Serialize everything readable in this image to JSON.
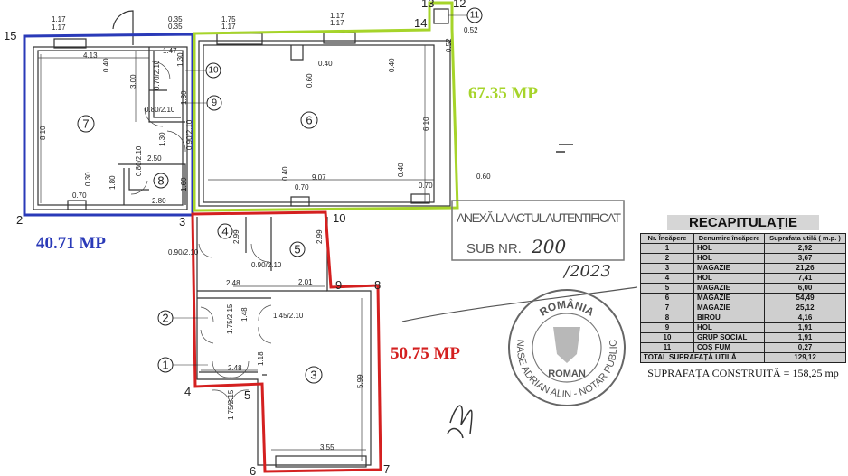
{
  "colors": {
    "zone_blue": "#2a3ab8",
    "zone_green": "#a6d42a",
    "zone_red": "#d42020",
    "line": "#333333"
  },
  "zones": [
    {
      "label": "40.71 MP",
      "color": "#2a3ab8"
    },
    {
      "label": "67.35 MP",
      "color": "#a6d42a"
    },
    {
      "label": "50.75 MP",
      "color": "#d42020"
    }
  ],
  "corners": [
    "15",
    "2",
    "3",
    "10",
    "9",
    "8",
    "4",
    "5",
    "6",
    "7",
    "14",
    "13",
    "12"
  ],
  "rooms": [
    "1",
    "2",
    "3",
    "4",
    "5",
    "6",
    "7",
    "8",
    "9",
    "10",
    "11"
  ],
  "dims": [
    "1.17",
    "1.17",
    "4.13",
    "0.40",
    "3.00",
    "8.10",
    "1.47",
    "1.30",
    "0.70/2.10",
    "0.80/2.10",
    "1.30",
    "1.30",
    "2.50",
    "0.80/2.10",
    "0.90/2.10",
    "1.80",
    "1.60",
    "0.70",
    "0.30",
    "2.80",
    "0.35",
    "0.35",
    "1.75",
    "1.17",
    "1.17",
    "1.17",
    "0.40",
    "0.60",
    "0.40",
    "0.52",
    "0.52",
    "6.10",
    "0.40",
    "9.07",
    "0.40",
    "0.60",
    "0.70",
    "0.70",
    "0.90/2.10",
    "2.99",
    "0.90/2.10",
    "2.99",
    "2.48",
    "2.01",
    "1.48",
    "1.45/2.10",
    "1.75/2.15",
    "1.18",
    "2.48",
    "1.75/2.15",
    "5.99",
    "3.55"
  ],
  "stamp": {
    "line1": "ANEXĂ LA ACTUL AUTENTIFICAT",
    "line2": "SUB NR.",
    "number": "200",
    "year": "/2023"
  },
  "seal": {
    "top": "ROMÂNIA",
    "bottom": "ROMAN",
    "ring": "NASE ADRIAN ALIN - NOTAR PUBLIC"
  },
  "recap": {
    "title": "RECAPITULAȚIE",
    "headers": [
      "Nr. Încăpere",
      "Denumire încăpere",
      "Suprafața utilă ( m.p. )"
    ],
    "rows": [
      [
        "1",
        "HOL",
        "2,92"
      ],
      [
        "2",
        "HOL",
        "3,67"
      ],
      [
        "3",
        "MAGAZIE",
        "21,26"
      ],
      [
        "4",
        "HOL",
        "7,41"
      ],
      [
        "5",
        "MAGAZIE",
        "6,00"
      ],
      [
        "6",
        "MAGAZIE",
        "54,49"
      ],
      [
        "7",
        "MAGAZIE",
        "25,12"
      ],
      [
        "8",
        "BIROU",
        "4,16"
      ],
      [
        "9",
        "HOL",
        "1,91"
      ],
      [
        "10",
        "GRUP SOCIAL",
        "1,91"
      ],
      [
        "11",
        "COȘ FUM",
        "0,27"
      ]
    ],
    "total_label": "TOTAL SUPRAFAȚĂ UTILĂ",
    "total_value": "129,12",
    "built": "SUPRAFAȚA CONSTRUITĂ = 158,25 mp"
  }
}
